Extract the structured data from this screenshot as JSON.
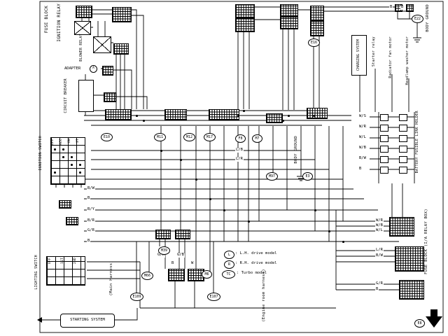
{
  "diagram": {
    "left": {
      "fuse_block": "FUSE BLOCK",
      "ignition_relay": "IGNITION RELAY",
      "blower_relay": "BLOWER RELAY",
      "adapter": "ADAPTER",
      "adapter_symbol": "A",
      "circuit_breaker": "CIRCUIT BREAKER",
      "ignition_switch": "IGNITION SWITCH",
      "ignition_positions": [
        "OFF",
        "ACC",
        "ON",
        "ST"
      ],
      "lighting_switch": "LIGHTING SWITCH",
      "lighting_positions": [
        "OFF",
        "1ST",
        "2ND"
      ],
      "starting_system": "STARTING SYSTEM",
      "main_harness": "(Main harness)"
    },
    "right": {
      "charging_system": "CHARGING SYSTEM",
      "starter_relay": "Starter relay",
      "radiator_fan_motor": "Radiator fan motor",
      "headlamp_washer_motor": "Headlamp washer motor",
      "body_ground_top": "BODY GROUND",
      "body_ground_mid": "BODY GROUND",
      "battery_fusible_link_holder": "BATTERY FUSIBLE LINK HOLDER",
      "fuse_block_relay_box": "FUSE BLOCK (I/A RELAY BOX)"
    },
    "legend": {
      "lh": {
        "symbol": "L",
        "text": ": L.H. drive model"
      },
      "rh": {
        "symbol": "R",
        "text": ": R.H. drive model"
      },
      "tc": {
        "symbol": "TC",
        "text": ": Turbo model"
      },
      "engine_room_harness": "(Engine room harness)"
    },
    "connector_refs": {
      "e10": "E10",
      "m11": "M11",
      "m12": "M12",
      "m17": "M17",
      "f8": "F8",
      "m7": "M7",
      "e16": "E16",
      "e22": "E22",
      "e3": "E3",
      "m97": "M97",
      "m39": "M39",
      "m66": "M66",
      "m6": "M6",
      "e109": "E109",
      "e107": "E107",
      "e8": "E8"
    },
    "wire_labels": {
      "ignition_column": [
        "B/W",
        "B",
        "B/Y",
        "B/R",
        "G/R",
        "B"
      ],
      "center": [
        "L/B",
        "L/R",
        "G/R",
        "G/B",
        "B",
        "W"
      ],
      "fusible_column": [
        "W/S",
        "W/R",
        "W/L",
        "W/B",
        "B/W",
        "B"
      ],
      "fusebox_top": [
        "W/R",
        "W/B",
        "W/L"
      ],
      "fusebox_mid": [
        "L/R",
        "B/W"
      ],
      "fusebox_bottom": [
        "G/R",
        "B"
      ],
      "top_right": [
        "B",
        "B"
      ]
    }
  }
}
